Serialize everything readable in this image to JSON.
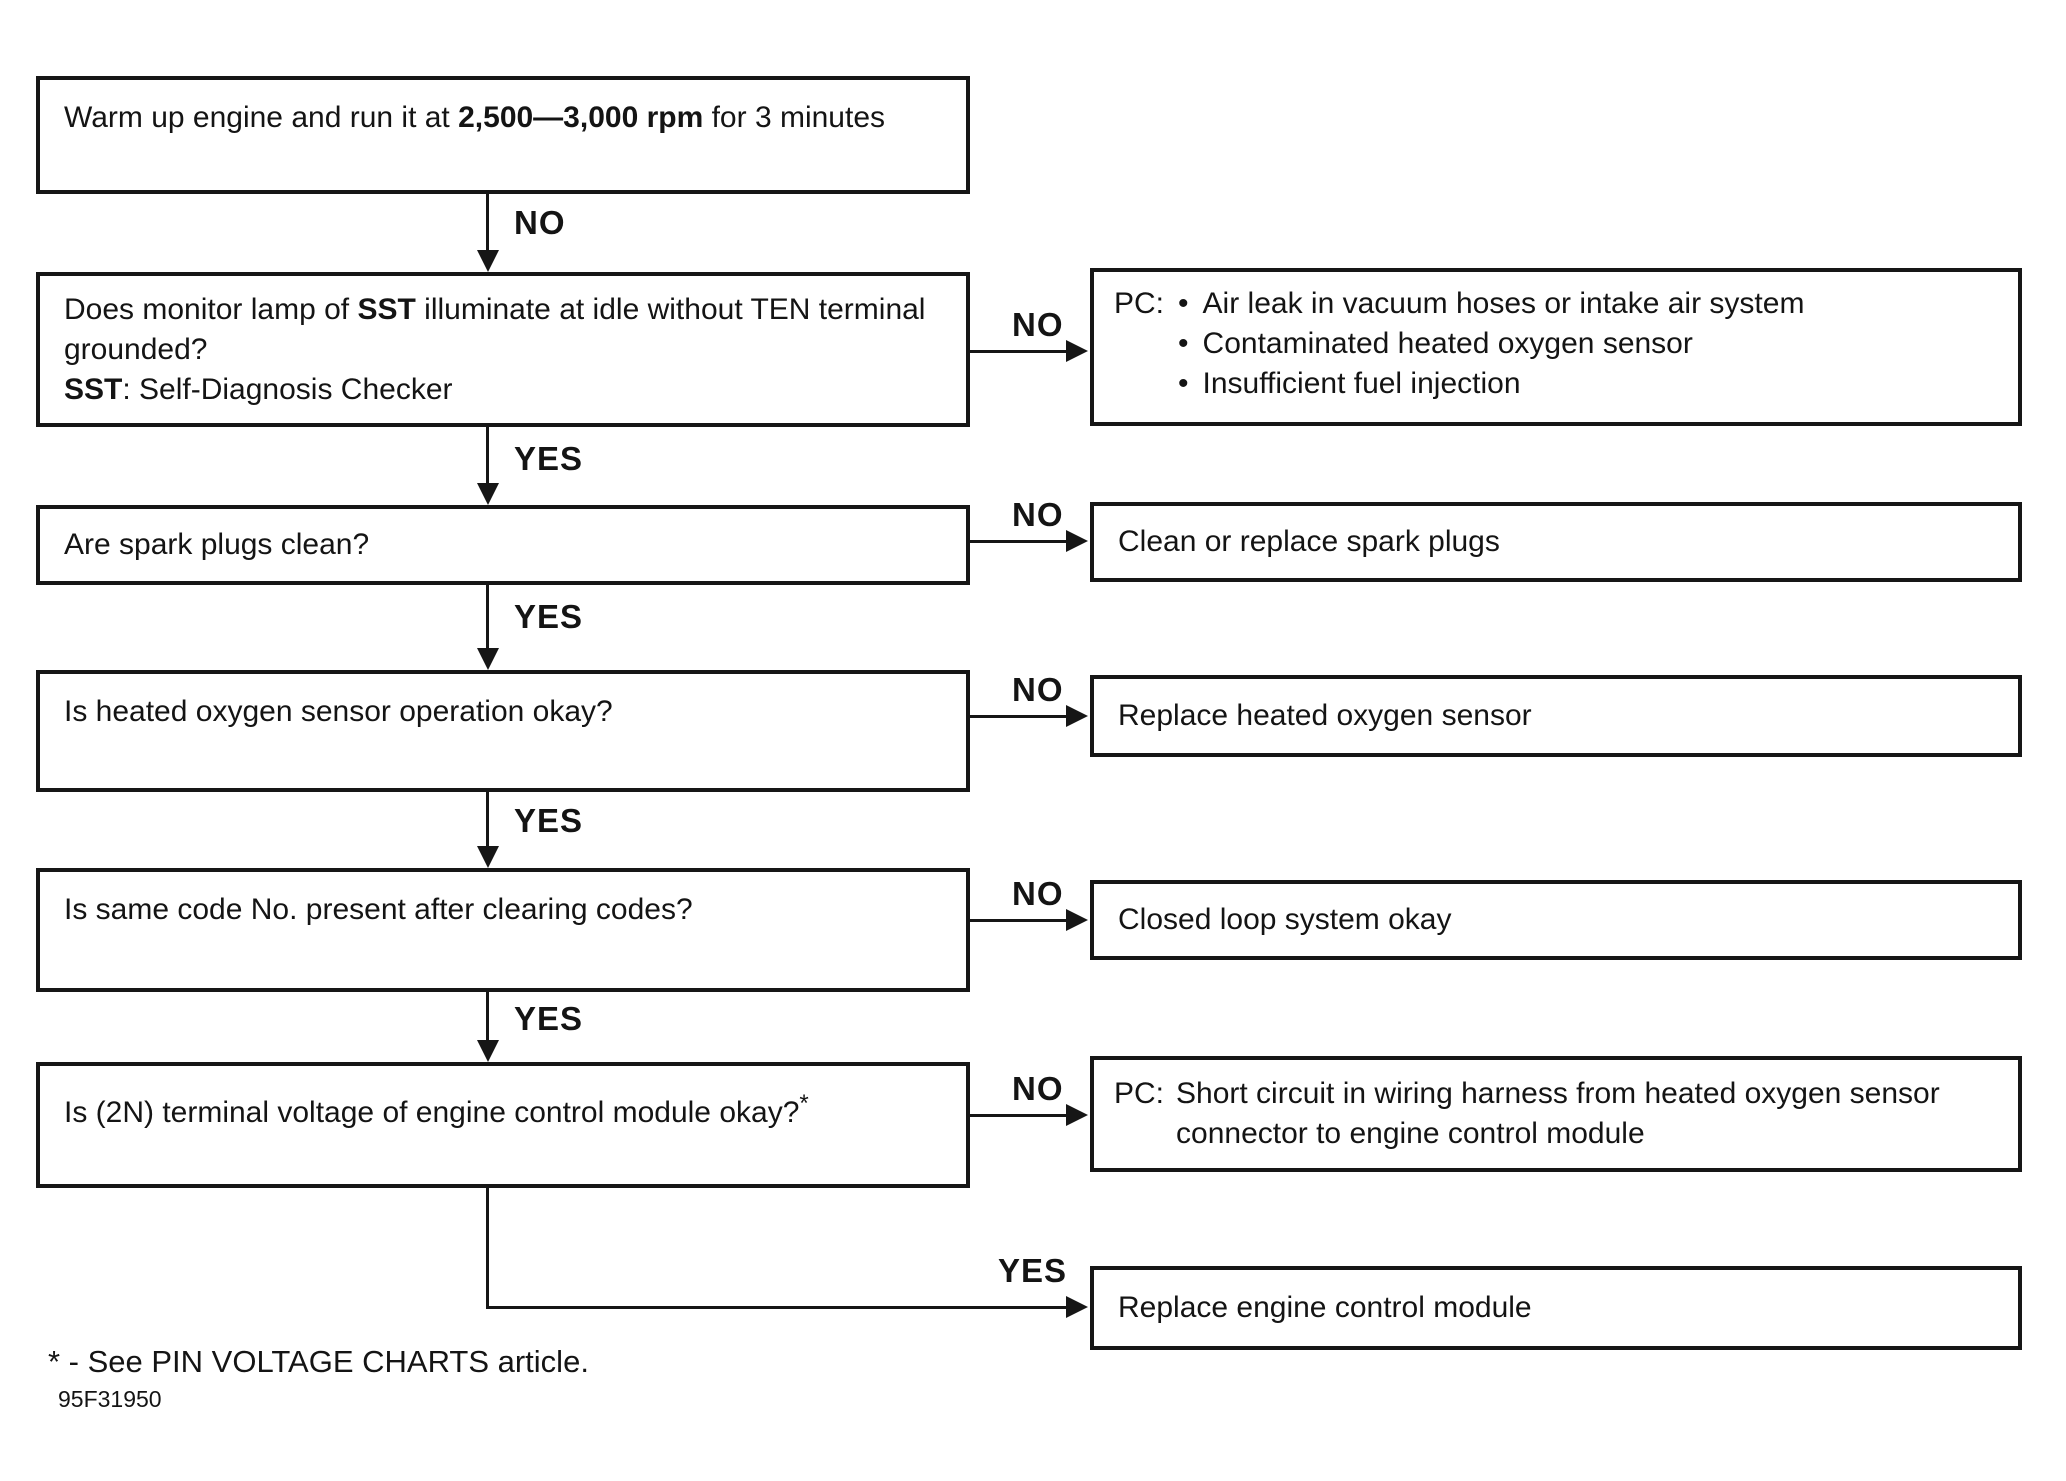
{
  "flowchart": {
    "steps": {
      "warmup": {
        "pre": "Warm up engine and run it at ",
        "bold": "2,500—3,000 rpm",
        "post": " for 3 minutes"
      },
      "monitor_lamp": {
        "q_pre": "Does monitor lamp of ",
        "q_bold": "SST",
        "q_post": " illuminate at idle without TEN terminal grounded?",
        "note_bold": "SST",
        "note_post": ": Self-Diagnosis Checker"
      },
      "spark_plugs": {
        "q": "Are spark plugs clean?"
      },
      "o2_sensor": {
        "q": "Is heated oxygen sensor operation okay?"
      },
      "same_code": {
        "q": "Is same code No. present after clearing codes?"
      },
      "terminal_voltage": {
        "q": "Is (2N) terminal voltage of engine control module okay?",
        "sup": "*"
      }
    },
    "results": {
      "pc_causes": {
        "prefix": "PC:",
        "bullet": "•",
        "items": [
          "Air leak in vacuum hoses or intake air system",
          "Contaminated heated oxygen sensor",
          "Insufficient fuel injection"
        ]
      },
      "clean_plugs": {
        "text": "Clean or replace spark plugs"
      },
      "replace_o2": {
        "text": "Replace heated oxygen sensor"
      },
      "closed_loop": {
        "text": "Closed loop system okay"
      },
      "pc_short": {
        "prefix": "PC:",
        "text": "Short circuit in wiring harness from heated oxygen sensor connector to engine control module"
      },
      "replace_ecm": {
        "text": "Replace engine control module"
      }
    },
    "connector_labels": {
      "warmup_down": "NO",
      "monitor_down": "YES",
      "monitor_right": "NO",
      "spark_down": "YES",
      "spark_right": "NO",
      "o2_down": "YES",
      "o2_right": "NO",
      "code_down": "YES",
      "code_right": "NO",
      "voltage_right": "NO",
      "voltage_yes": "YES"
    }
  },
  "footnote": "* - See PIN VOLTAGE CHARTS article.",
  "figure_code": "95F31950",
  "colors": {
    "ink": "#161616",
    "background": "#ffffff"
  }
}
